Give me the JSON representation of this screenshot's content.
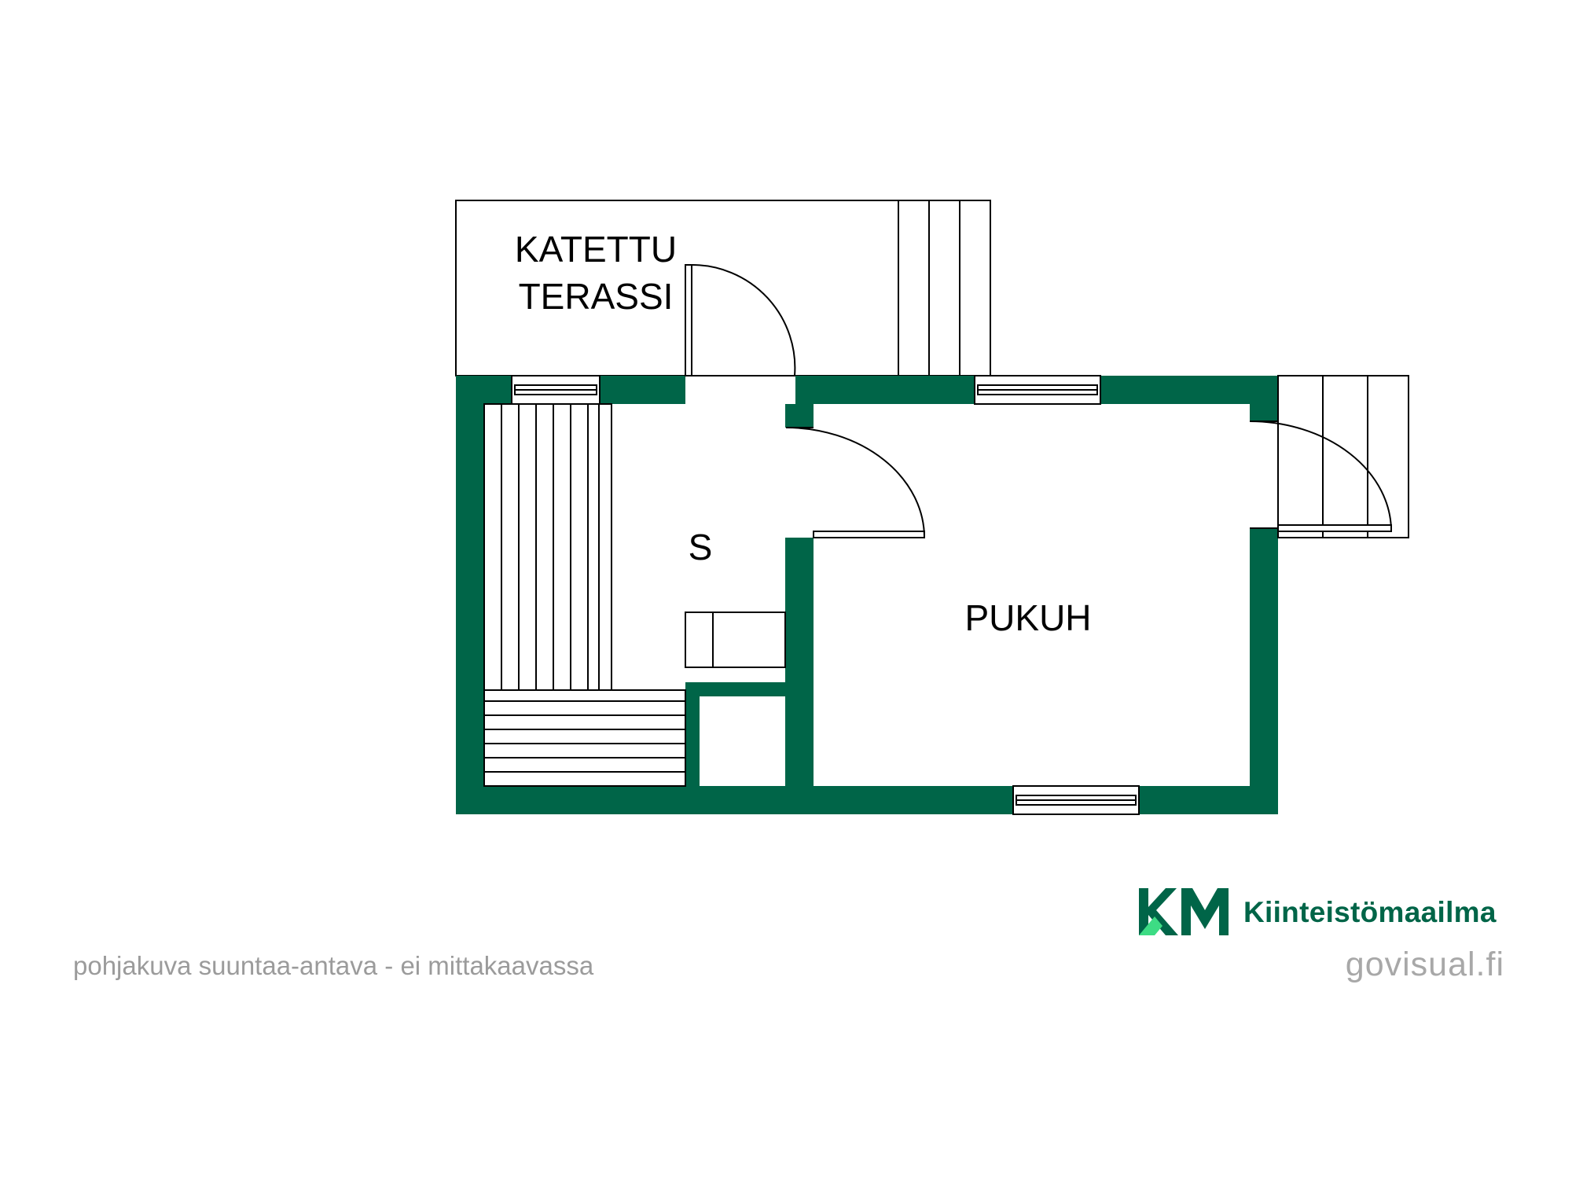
{
  "rooms": {
    "terrace_line1": "KATETTU",
    "terrace_line2": "TERASSI",
    "sauna": "S",
    "dressing_room": "PUKUH"
  },
  "footer": {
    "disclaimer": "pohjakuva suuntaa-antava - ei mittakaavassa",
    "brand_initials": "KM",
    "brand_name": "Kiinteistömaailma",
    "credit": "govisual.fi"
  },
  "colors": {
    "wall": "#006548",
    "brand_green": "#006548",
    "brand_accent": "#3ddc84"
  },
  "icons": {
    "brand_logo": "km-logo-icon"
  }
}
